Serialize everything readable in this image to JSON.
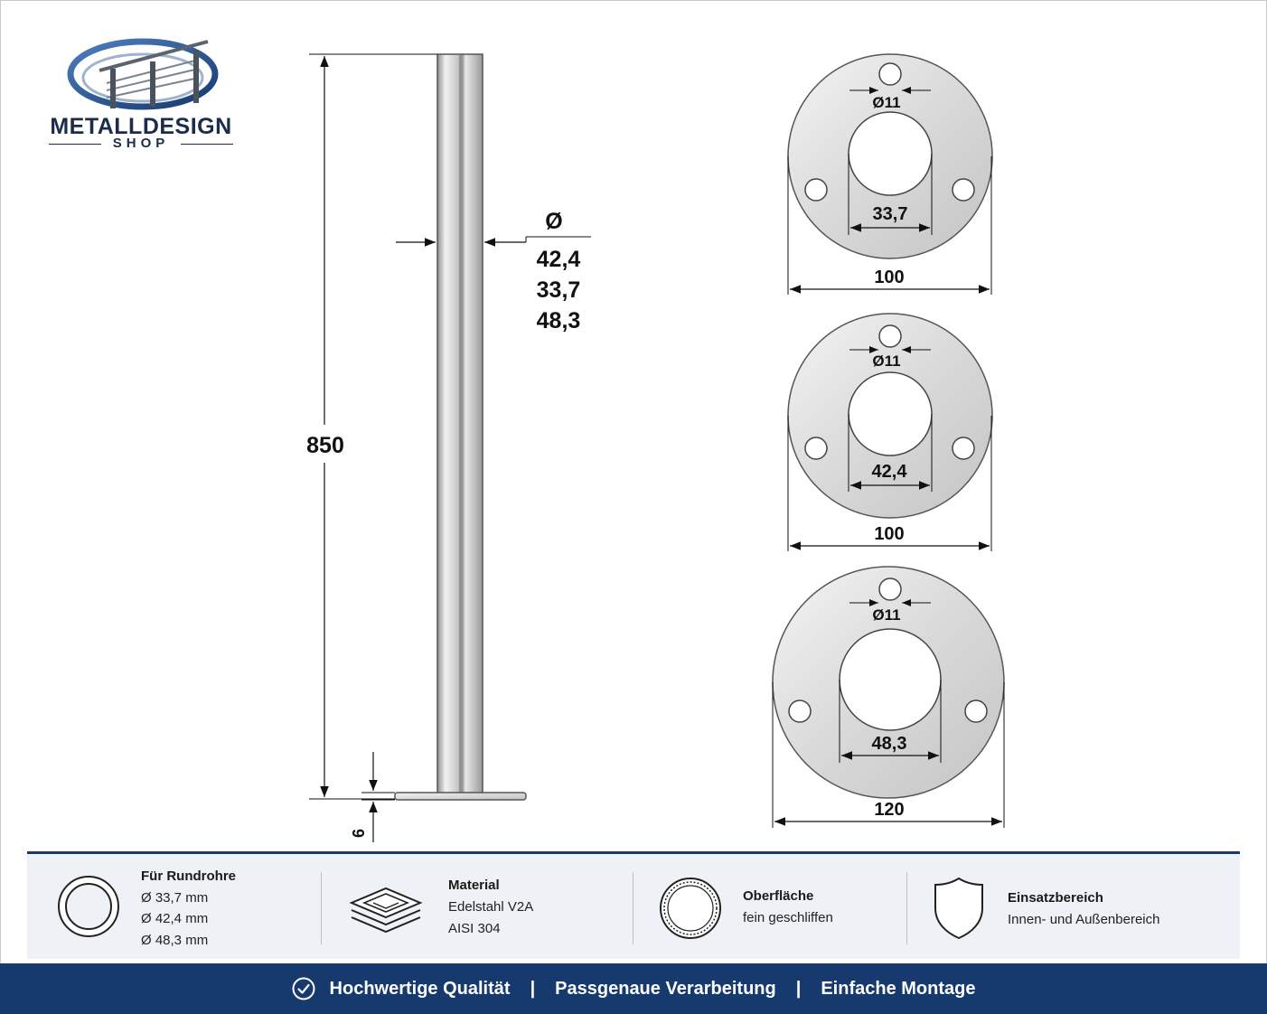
{
  "logo": {
    "title": "METALLDESIGN",
    "subtitle": "SHOP",
    "icon": "railing-swoosh-logo"
  },
  "drawing": {
    "post_height": "850",
    "plate_thickness": "6",
    "diameter_symbol": "Ø",
    "diameters": [
      "42,4",
      "33,7",
      "48,3"
    ],
    "flanges": [
      {
        "hole_label": "Ø11",
        "inner_label": "33,7",
        "outer_label": "100"
      },
      {
        "hole_label": "Ø11",
        "inner_label": "42,4",
        "outer_label": "100"
      },
      {
        "hole_label": "Ø11",
        "inner_label": "48,3",
        "outer_label": "120"
      }
    ]
  },
  "info": {
    "rundrohre": {
      "title": "Für Rundrohre",
      "lines": [
        "Ø 33,7 mm",
        "Ø 42,4 mm",
        "Ø 48,3 mm"
      ],
      "icon": "ring-icon"
    },
    "material": {
      "title": "Material",
      "lines": [
        "Edelstahl V2A",
        "AISI 304"
      ],
      "icon": "layers-icon"
    },
    "oberflaeche": {
      "title": "Oberfläche",
      "lines": [
        "fein geschliffen"
      ],
      "icon": "brushed-disc-icon"
    },
    "einsatz": {
      "title": "Einsatzbereich",
      "lines": [
        "Innen- und Außenbereich"
      ],
      "icon": "shield-icon"
    }
  },
  "footer": {
    "items": [
      "Hochwertige Qualität",
      "Passgenaue Verarbeitung",
      "Einfache Montage"
    ],
    "separator": "|",
    "icon": "check-circle-icon"
  },
  "colors": {
    "navy": "#163a6e",
    "strip_bg": "#eef1f5",
    "steel_light": "#e6e6e6",
    "steel_dark": "#9a9a9a"
  }
}
